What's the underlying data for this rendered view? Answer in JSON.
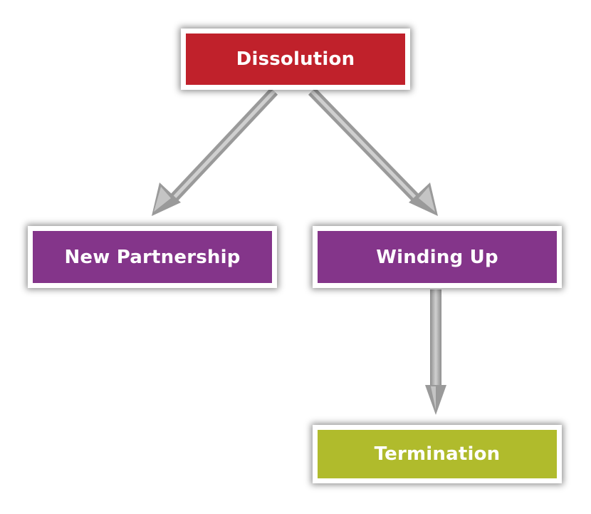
{
  "nodes": {
    "dissolution": {
      "label": "Dissolution",
      "color": "#c0212b"
    },
    "new_partnership": {
      "label": "New Partnership",
      "color": "#84358a"
    },
    "winding_up": {
      "label": "Winding Up",
      "color": "#84358a"
    },
    "termination": {
      "label": "Termination",
      "color": "#b0bb2c"
    }
  },
  "arrow_color": "#a8a8a8",
  "edges": [
    {
      "from": "Dissolution",
      "to": "New Partnership"
    },
    {
      "from": "Dissolution",
      "to": "Winding Up"
    },
    {
      "from": "Winding Up",
      "to": "Termination"
    }
  ]
}
